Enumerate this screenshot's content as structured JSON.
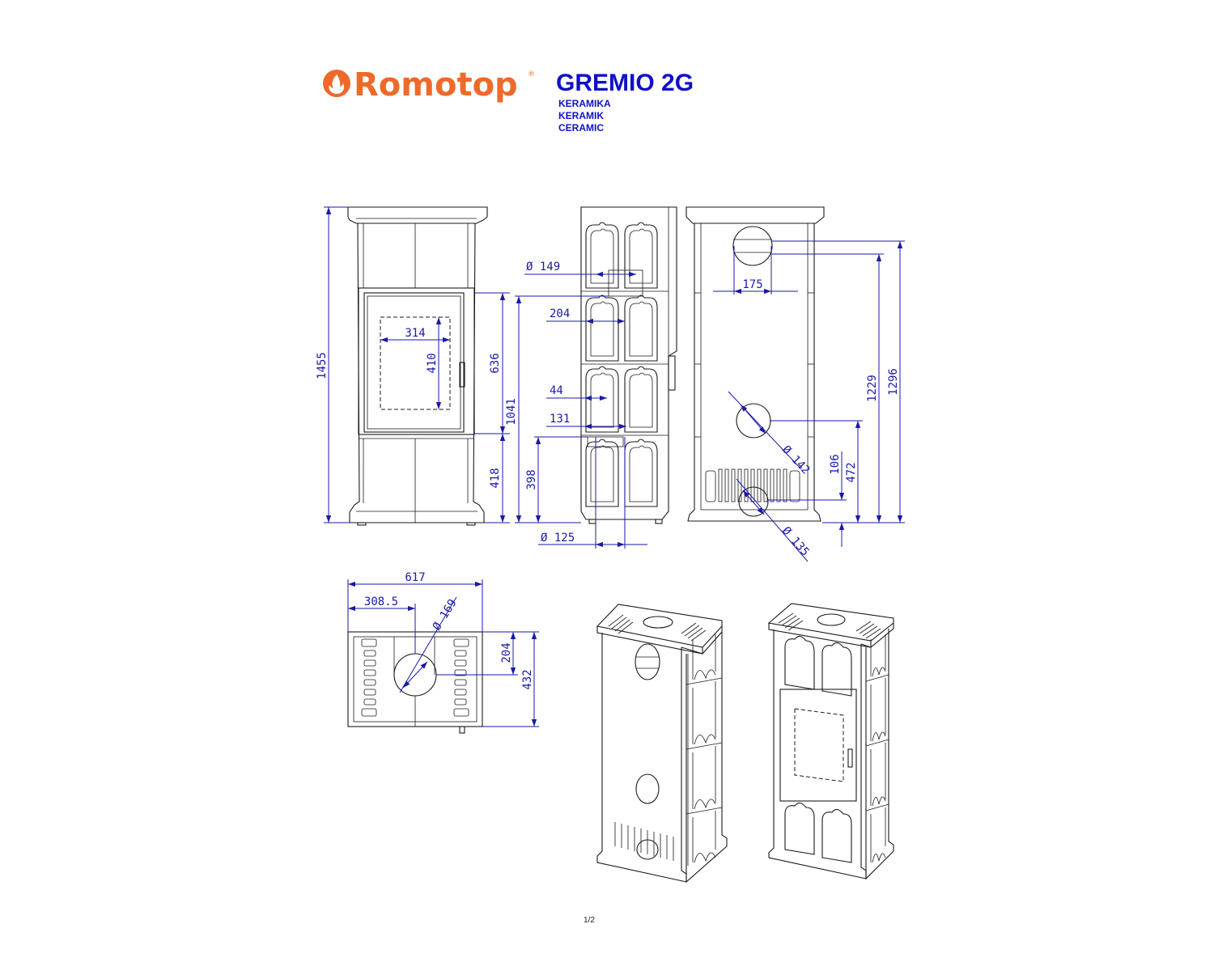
{
  "brand": {
    "name": "Romotop",
    "registered": "®",
    "color": "#ee6a2a",
    "icon": "flame-icon"
  },
  "product": {
    "title": "GREMIO 2G",
    "subtitles": [
      "KERAMIKA",
      "KERAMIK",
      "CERAMIC"
    ],
    "color": "#1010c8"
  },
  "dimension_color": "#1a1aa8",
  "dimensions": {
    "front": {
      "total_height": "1455",
      "door_height": "636",
      "base_height": "418",
      "window_width": "314",
      "window_height": "410"
    },
    "side": {
      "outlet_top_dia": "Ø 149",
      "offset_a": "204",
      "offset_b": "44",
      "offset_c": "131",
      "height_a": "1041",
      "height_b": "398",
      "inlet_dia": "Ø 125"
    },
    "back": {
      "outlet_width": "175",
      "height_a": "1229",
      "height_b": "1296",
      "outlet_back_dia": "Ø 142",
      "height_c": "106",
      "height_d": "472",
      "inlet_back_dia": "Ø 135"
    },
    "top": {
      "width": "617",
      "half_width": "308.5",
      "outlet_dia": "Ø 169",
      "depth_a": "204",
      "depth_b": "432"
    }
  },
  "page_number": "1/2"
}
